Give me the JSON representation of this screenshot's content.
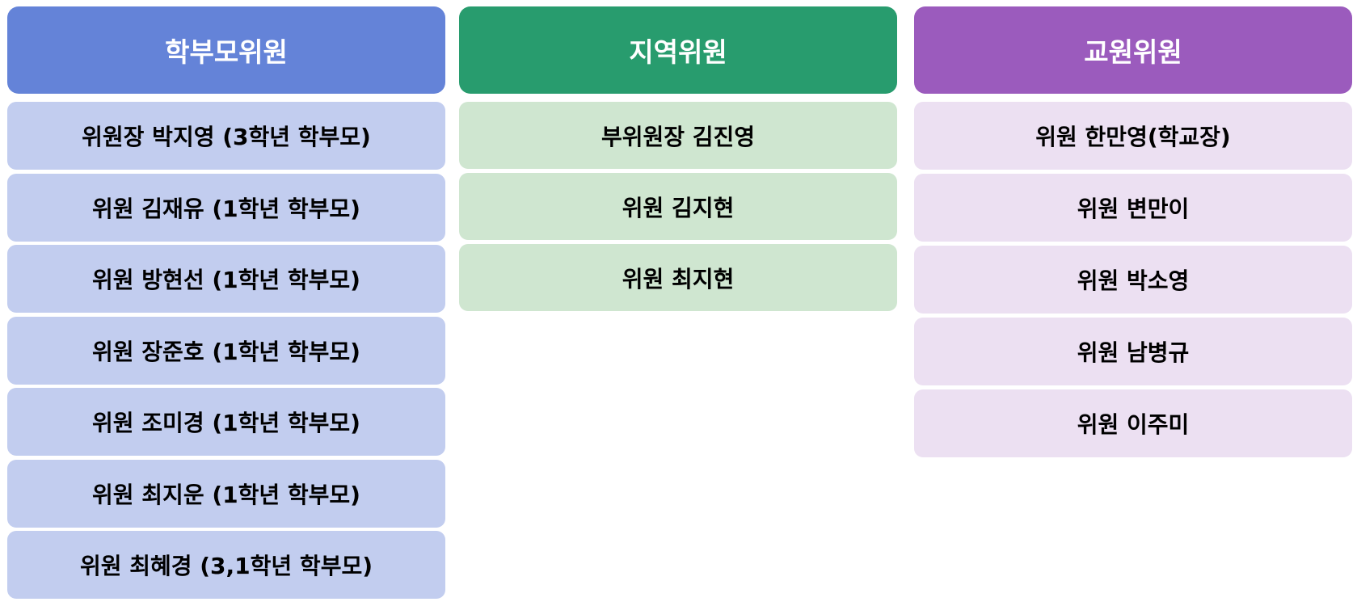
{
  "columns": [
    {
      "title": "학부모위원",
      "members": [
        "위원장 박지영 (3학년 학부모)",
        "위원 김재유 (1학년 학부모)",
        "위원 방현선 (1학년 학부모)",
        "위원 장준호 (1학년 학부모)",
        "위원 조미경 (1학년 학부모)",
        "위원 최지운 (1학년 학부모)",
        "위원 최혜경 (3,1학년 학부모)"
      ],
      "colors": {
        "header": "#6483d8",
        "item": "#c2cdef"
      }
    },
    {
      "title": "지역위원",
      "members": [
        "부위원장 김진영",
        "위원 김지현",
        "위원 최지현"
      ],
      "colors": {
        "header": "#289c6e",
        "item": "#cfe6d0"
      }
    },
    {
      "title": "교원위원",
      "members": [
        "위원 한만영(학교장)",
        "위원 변만이",
        "위원 박소영",
        "위원 남병규",
        "위원 이주미"
      ],
      "colors": {
        "header": "#9b5bbd",
        "item": "#ece0f2"
      }
    }
  ]
}
